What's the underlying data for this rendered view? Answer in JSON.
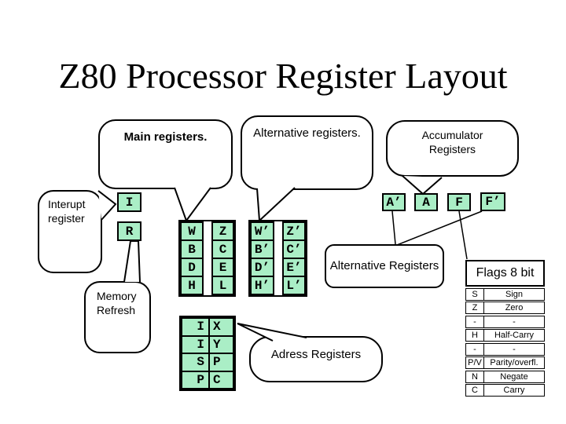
{
  "title": "Z80 Processor Register Layout",
  "bubbles": {
    "main": {
      "label": "Main registers."
    },
    "alternative": {
      "label": "Alternative registers."
    },
    "accumulator": {
      "line1": "Accumulator",
      "line2": "Registers"
    },
    "interupt": {
      "line1": "Interupt",
      "line2": "register"
    },
    "memory": {
      "line1": "Memory",
      "line2": "Refresh"
    },
    "adress": {
      "label": "Adress Registers"
    },
    "alternative_registers": {
      "label": "Alternative Registers"
    }
  },
  "registers": {
    "interrupt": "I",
    "refresh": "R",
    "main_block": {
      "left": [
        "W",
        "B",
        "D",
        "H"
      ],
      "right": [
        "Z",
        "C",
        "E",
        "L"
      ]
    },
    "alt_block": {
      "left": [
        "W’",
        "B’",
        "D’",
        "H’"
      ],
      "right": [
        "Z’",
        "C’",
        "E’",
        "L’"
      ]
    },
    "accumulator_row": [
      "A’",
      "A",
      "F",
      "F’"
    ],
    "address_block": {
      "left": [
        "I",
        "I",
        "S",
        "P"
      ],
      "right": [
        "X",
        "Y",
        "P",
        "C"
      ]
    }
  },
  "flags": {
    "title": "Flags 8 bit",
    "rows": [
      {
        "flag": "S",
        "name": "Sign"
      },
      {
        "flag": "Z",
        "name": "Zero"
      },
      {
        "flag": "-",
        "name": "-"
      },
      {
        "flag": "H",
        "name": "Half-Carry"
      },
      {
        "flag": "-",
        "name": "-"
      },
      {
        "flag": "P/V",
        "name": "Parity/overfl."
      },
      {
        "flag": "N",
        "name": "Negate"
      },
      {
        "flag": "C",
        "name": "Carry"
      }
    ]
  },
  "colors": {
    "register_fill": "#AAEEC6",
    "outline": "#000000",
    "background": "#FFFFFF"
  }
}
